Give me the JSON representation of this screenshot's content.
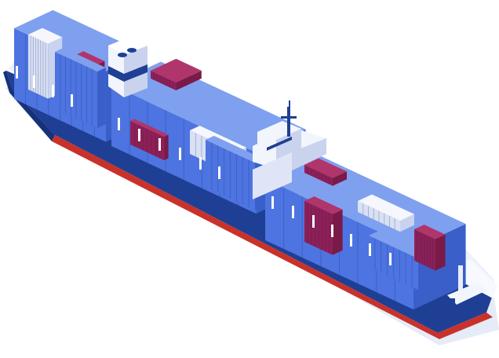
{
  "illustration": {
    "subject": "container-ship",
    "view": "isometric",
    "palette": {
      "background": "#ffffff",
      "water_shadow": "#e6ebf8",
      "hull_blue": "#1f3f94",
      "hull_blue_dark": "#17327a",
      "waterline_red": "#c8322a",
      "deck": "#eef1fb",
      "container_blue_top": "#7fa0ef",
      "container_blue_left": "#4d74e0",
      "container_blue_right": "#3a5fc9",
      "container_white_top": "#f5f7fd",
      "container_white_left": "#d9e0f3",
      "container_magenta_top": "#b0356a",
      "container_magenta_left": "#8f1f55",
      "superstructure_white": "#f2f5fc",
      "superstructure_shade": "#c9d3ee",
      "window_navy": "#1f3f94"
    },
    "container_groups": 3,
    "parts": [
      "hull",
      "deck",
      "stern-container-stack",
      "funnel",
      "mid-container-stack",
      "bridge",
      "mast",
      "bow-container-stack",
      "railing-posts"
    ]
  }
}
